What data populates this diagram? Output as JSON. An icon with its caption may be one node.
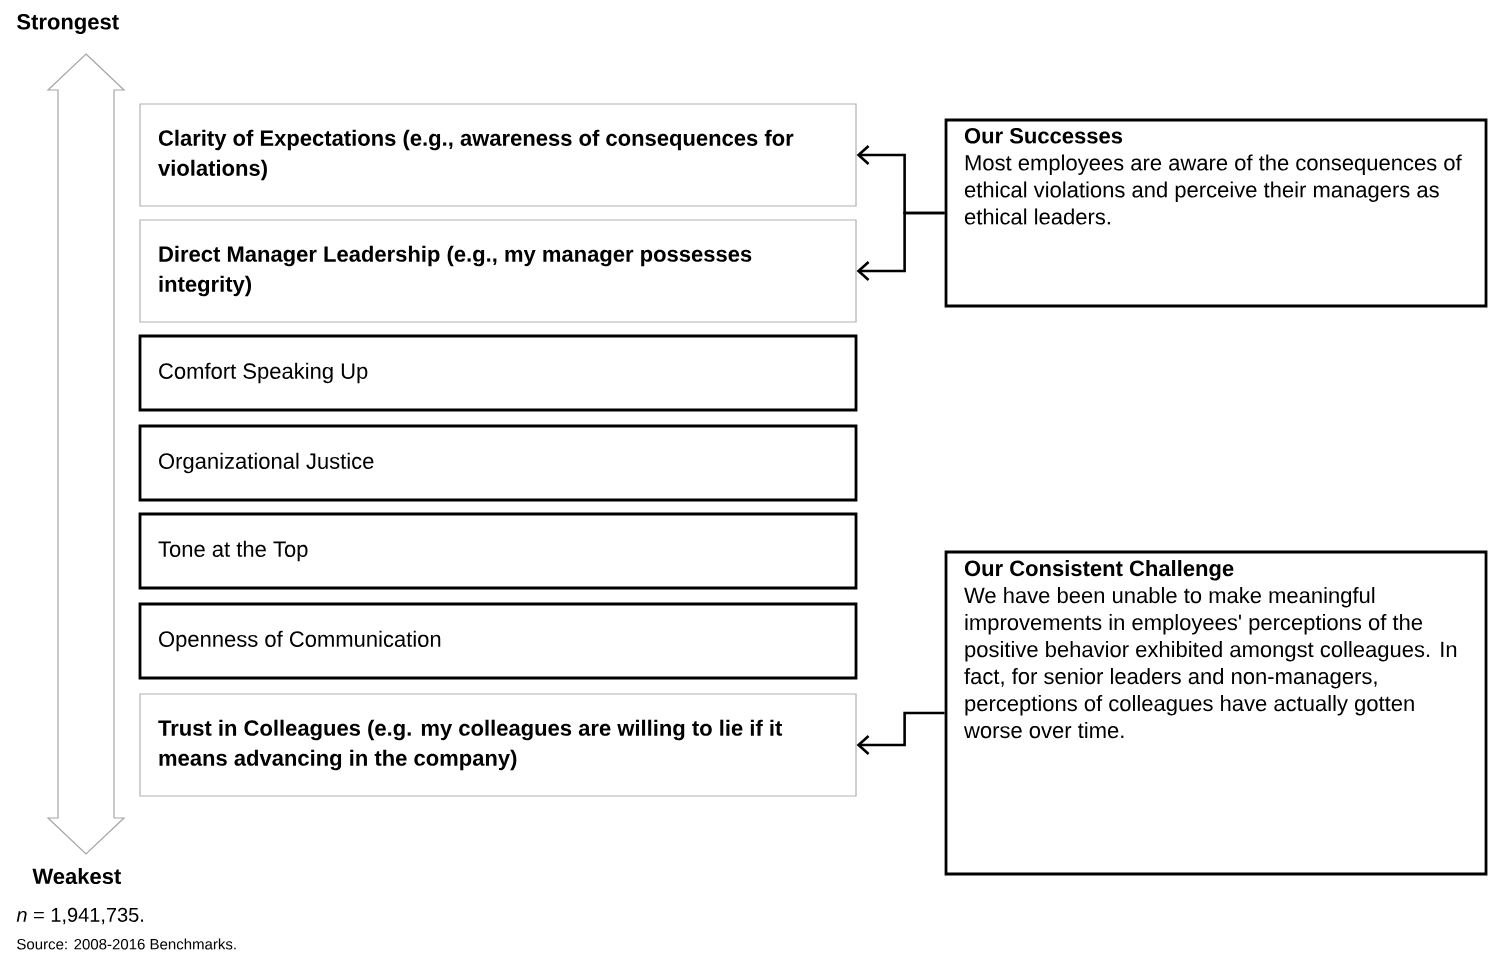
{
  "diagram": {
    "nodes": [
      {
        "text": [
          "Clarity of Expectations (e.g., awareness of consequences for violations)"
        ]
      },
      {
        "text": [
          "Direct Manager Leadership (e.g., my manager possesses integrity)"
        ]
      },
      {
        "text": [
          "Comfort Speaking Up"
        ]
      },
      {
        "text": [
          "Organizational Justice"
        ]
      },
      {
        "text": [
          "Tone at the Top"
        ]
      },
      {
        "text": [
          "Openness of Communication"
        ]
      },
      {
        "text": [
          "Trust in Colleagues (e.g. my colleagues are willing to lie if it means advancing in the company)"
        ]
      },
      {
        "text": [
          "Our Successes",
          "Most employees are aware of the consequences of ethical violations and perceive their managers as ethical leaders."
        ]
      },
      {
        "text": [
          "Our Consistent Challenge",
          "We have been unable to make meaningful improvements in employees' perceptions of the positive behavior exhibited amongst colleagues. In fact, for senior leaders and non-managers, perceptions of colleagues have actually gotten worse over time."
        ]
      }
    ],
    "edges": [
      {
        "from": 7,
        "to": 0,
        "arrow": "to"
      },
      {
        "from": 7,
        "to": 1,
        "arrow": "to"
      },
      {
        "from": 8,
        "to": 6,
        "arrow": "to"
      }
    ],
    "labels": [
      "Strongest",
      "Weakest",
      "*n* = 1,941,735.",
      "Source: 2008-2016 Benchmarks."
    ]
  }
}
